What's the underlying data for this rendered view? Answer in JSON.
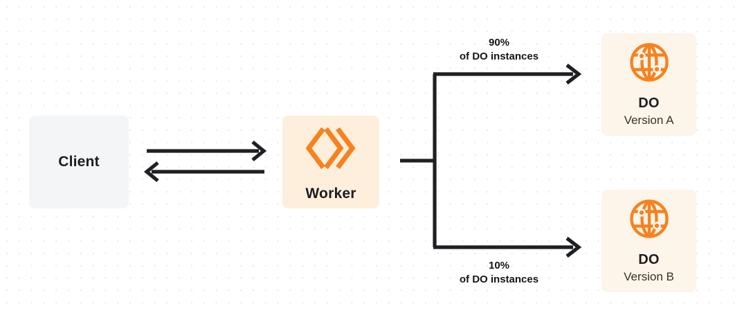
{
  "diagram": {
    "title_text": "",
    "colors": {
      "accent_orange": "#F6821F",
      "client_box_bg": "#F4F5F7",
      "worker_box_bg": "#FDEFDC",
      "do_box_bg": "#FDF4EA",
      "line_color": "#1F2023",
      "text_color": "#1D1D1F",
      "grid_dot": "#E9E9EC",
      "page_bg": "#FFFFFF"
    },
    "nodes": [
      {
        "id": "client",
        "title": "Client",
        "subtitle": "",
        "icon": ""
      },
      {
        "id": "worker",
        "title": "Worker",
        "subtitle": "",
        "icon": "cloudflare-workers-chevrons-icon"
      },
      {
        "id": "do_a",
        "title": "DO",
        "subtitle": "Version A",
        "icon": "globe-icon"
      },
      {
        "id": "do_b",
        "title": "DO",
        "subtitle": "Version B",
        "icon": "globe-icon"
      }
    ],
    "edges": [
      {
        "id": "client-to-worker",
        "from": "client",
        "to": "worker",
        "direction": "right",
        "label": ""
      },
      {
        "id": "worker-to-client",
        "from": "worker",
        "to": "client",
        "direction": "left",
        "label": ""
      },
      {
        "id": "worker-to-do-a",
        "from": "worker",
        "to": "do_a",
        "direction": "right",
        "percent": "90%",
        "description": "of DO instances"
      },
      {
        "id": "worker-to-do-b",
        "from": "worker",
        "to": "do_b",
        "direction": "right",
        "percent": "10%",
        "description": "of DO instances"
      }
    ]
  }
}
